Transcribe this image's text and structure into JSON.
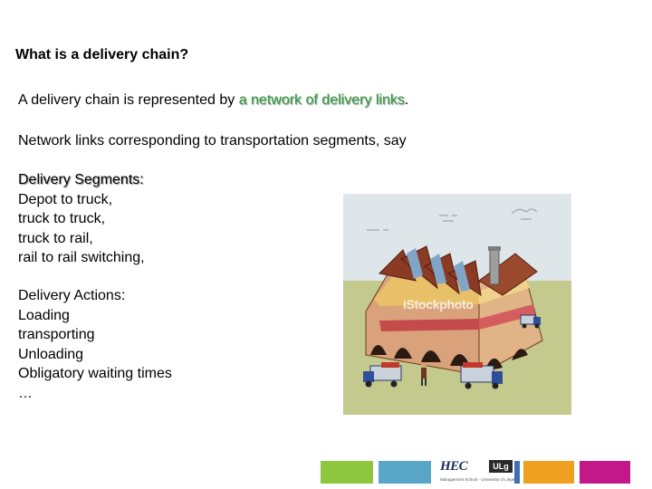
{
  "slide": {
    "title": "What is a delivery chain?",
    "intro_prefix": "A delivery chain is represented by ",
    "intro_link": "a network of delivery links",
    "intro_suffix": ".",
    "network_sentence": "Network links corresponding to transportation segments, say",
    "segments": {
      "heading": "Delivery Segments:",
      "items": [
        "Depot to truck,",
        "truck to truck,",
        "truck to rail,",
        "rail to rail switching,"
      ]
    },
    "actions": {
      "heading": "Delivery Actions:",
      "items": [
        "Loading",
        "transporting",
        "Unloading",
        "Obligatory waiting times",
        "…"
      ]
    },
    "illustration": {
      "watermark": "iStockphoto",
      "icons": [
        "factory-icon",
        "delivery-truck-icon",
        "worker-icon"
      ]
    },
    "footer": {
      "bar_colors": [
        "#8dc63f",
        "#5aa6c8",
        "#3f6fb3",
        "#f0a020",
        "#c2188a"
      ],
      "logo_text": "HEC",
      "logo_badge": "ULg",
      "logo_sub": "Management School - University of Liège"
    }
  }
}
